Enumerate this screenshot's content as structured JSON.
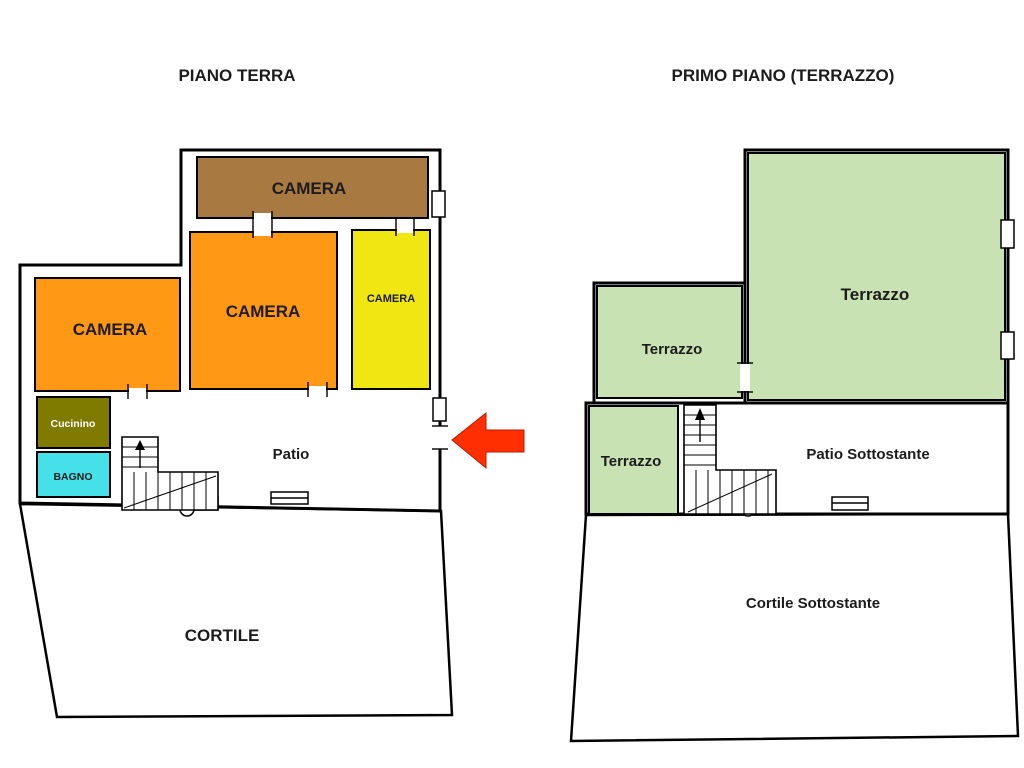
{
  "titles": {
    "left": "PIANO TERRA",
    "right": "PRIMO PIANO (TERRAZZO)"
  },
  "ground_floor": {
    "camera_top": "CAMERA",
    "camera_middle": "CAMERA",
    "camera_right": "CAMERA",
    "camera_left": "CAMERA",
    "cucinino": "Cucinino",
    "bagno": "BAGNO",
    "patio": "Patio",
    "cortile": "CORTILE"
  },
  "first_floor": {
    "terrazzo_main": "Terrazzo",
    "terrazzo_middle": "Terrazzo",
    "terrazzo_lower": "Terrazzo",
    "patio_sottostante": "Patio Sottostante",
    "cortile_sottostante": "Cortile Sottostante"
  },
  "colors": {
    "wall": "#000000",
    "camera_brown": "#a87a42",
    "camera_orange": "#ff9815",
    "camera_yellow": "#f0e612",
    "cucinino_olive": "#7f7b00",
    "bagno_cyan": "#45e0e8",
    "terrazzo_green": "#c9e2b3",
    "arrow_red": "#ff2f00"
  }
}
